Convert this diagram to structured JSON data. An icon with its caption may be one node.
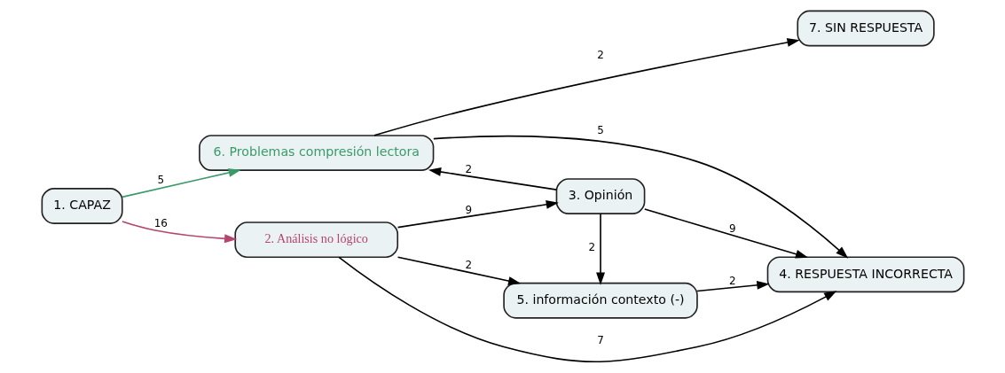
{
  "diagram": {
    "nodes": [
      {
        "text": [
          "1. CAPAZ"
        ]
      },
      {
        "text": [
          "6. Problemas compresión lectora"
        ]
      },
      {
        "text": [
          "7. SIN RESPUESTA"
        ]
      },
      {
        "text": [
          "2. Análisis no lógico"
        ]
      },
      {
        "text": [
          "3. Opinión"
        ]
      },
      {
        "text": [
          "5. información contexto (-)"
        ]
      },
      {
        "text": [
          "4. RESPUESTA INCORRECTA"
        ]
      }
    ],
    "edges": [
      {
        "from": 0,
        "to": 1,
        "arrow": "to",
        "label": "5",
        "color": "#3a9a6a"
      },
      {
        "from": 0,
        "to": 3,
        "arrow": "to",
        "label": "16",
        "color": "#b5446e"
      },
      {
        "from": 1,
        "to": 2,
        "arrow": "to",
        "label": "2"
      },
      {
        "from": 1,
        "to": 6,
        "arrow": "to",
        "label": "5"
      },
      {
        "from": 4,
        "to": 1,
        "arrow": "to",
        "label": "2"
      },
      {
        "from": 3,
        "to": 4,
        "arrow": "to",
        "label": "9"
      },
      {
        "from": 3,
        "to": 5,
        "arrow": "to",
        "label": "2"
      },
      {
        "from": 3,
        "to": 6,
        "arrow": "to",
        "label": "7"
      },
      {
        "from": 4,
        "to": 6,
        "arrow": "to",
        "label": "9"
      },
      {
        "from": 4,
        "to": 5,
        "arrow": "to",
        "label": "2"
      },
      {
        "from": 5,
        "to": 6,
        "arrow": "to",
        "label": "2"
      }
    ]
  }
}
